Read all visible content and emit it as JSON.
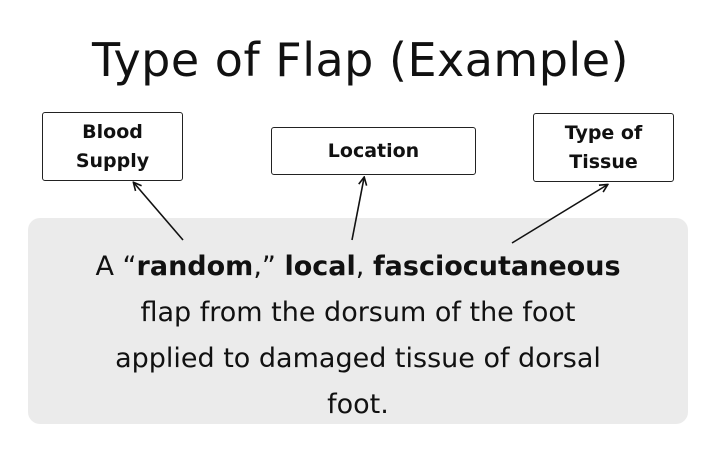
{
  "title": "Type of Flap (Example)",
  "labels": {
    "blood_supply": "Blood\nSupply",
    "location": "Location",
    "type_of_tissue": "Type of\nTissue"
  },
  "description": {
    "line1": {
      "prefix": "A “",
      "random": "random",
      "after_random": ",” ",
      "local": "local",
      "comma": ", ",
      "fasciocutaneous": "fasciocutaneous"
    },
    "line2": "flap from the dorsum of the foot",
    "line3": "applied to damaged tissue of dorsal",
    "line4": "foot."
  },
  "colors": {
    "panel_background": "#ebebeb",
    "text": "#111111",
    "box_border": "#222222"
  }
}
